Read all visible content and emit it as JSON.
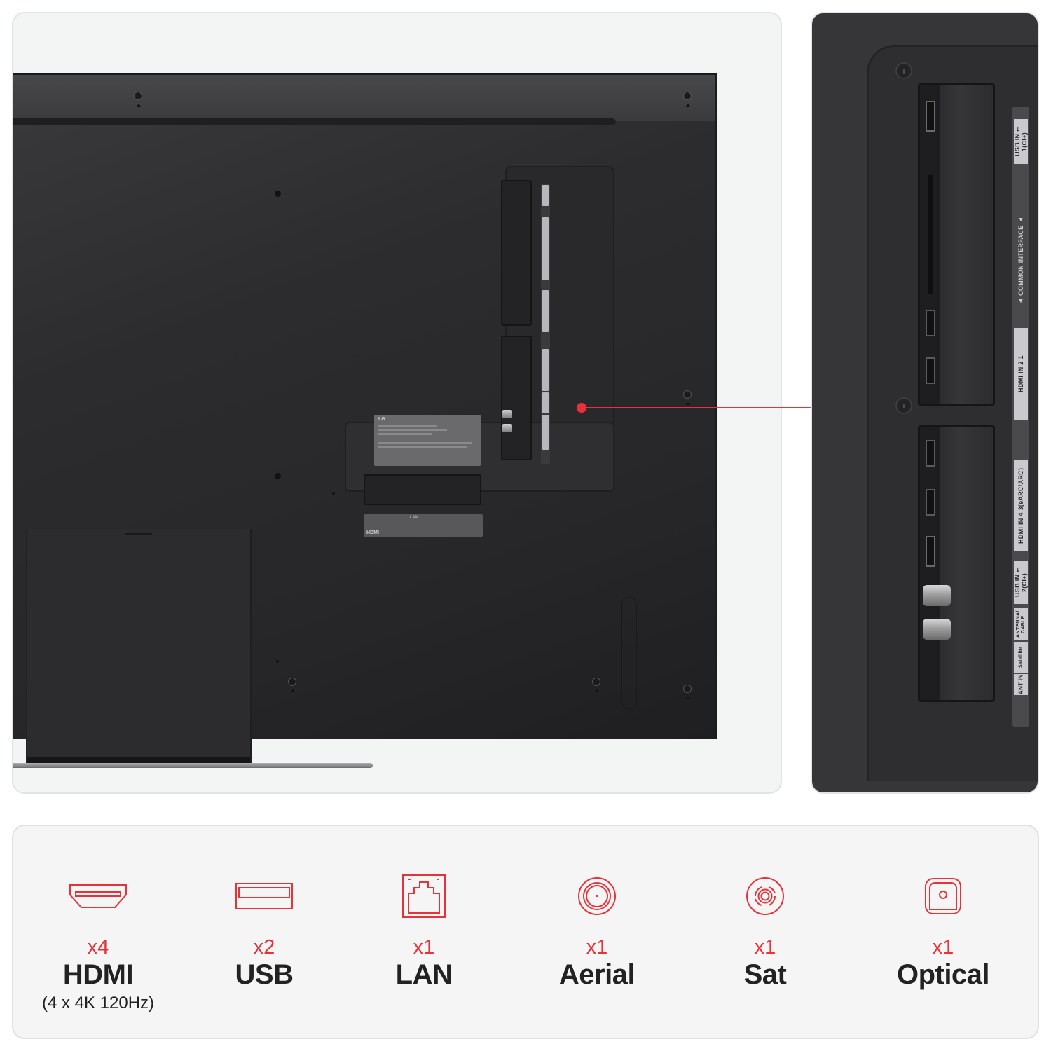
{
  "colors": {
    "accent": "#e8323a",
    "text": "#222222",
    "panel_bg": "#f5f5f5",
    "tv_body": "#2c2c2e"
  },
  "tv_rear": {
    "rating_label": {
      "brand": "LG"
    },
    "hdmi_label": {
      "logo": "HDMI",
      "lan": "LAN"
    }
  },
  "port_closeup": {
    "labels": [
      {
        "id": "usb1",
        "text": "USB IN ⭠ 1(CI+)"
      },
      {
        "id": "ci",
        "text": "▲ COMMON INTERFACE ▲"
      },
      {
        "id": "hdmi12",
        "text": "HDMI IN  2  1"
      },
      {
        "id": "hdmi34",
        "text": "HDMI IN  4  3(eARC/ARC)"
      },
      {
        "id": "usb2",
        "text": "USB IN ⭠ 2(CI+)"
      },
      {
        "id": "antenna",
        "text": "ANTENNA/ CABLE"
      },
      {
        "id": "satellite",
        "text": "Satellite"
      },
      {
        "id": "ant_in",
        "text": "ANT IN"
      }
    ]
  },
  "connectivity": {
    "items": [
      {
        "icon": "hdmi-icon",
        "count": "x4",
        "name": "HDMI",
        "sub": "(4 x 4K 120Hz)"
      },
      {
        "icon": "usb-icon",
        "count": "x2",
        "name": "USB",
        "sub": ""
      },
      {
        "icon": "lan-icon",
        "count": "x1",
        "name": "LAN",
        "sub": ""
      },
      {
        "icon": "aerial-icon",
        "count": "x1",
        "name": "Aerial",
        "sub": ""
      },
      {
        "icon": "sat-icon",
        "count": "x1",
        "name": "Sat",
        "sub": ""
      },
      {
        "icon": "optical-icon",
        "count": "x1",
        "name": "Optical",
        "sub": ""
      }
    ]
  }
}
